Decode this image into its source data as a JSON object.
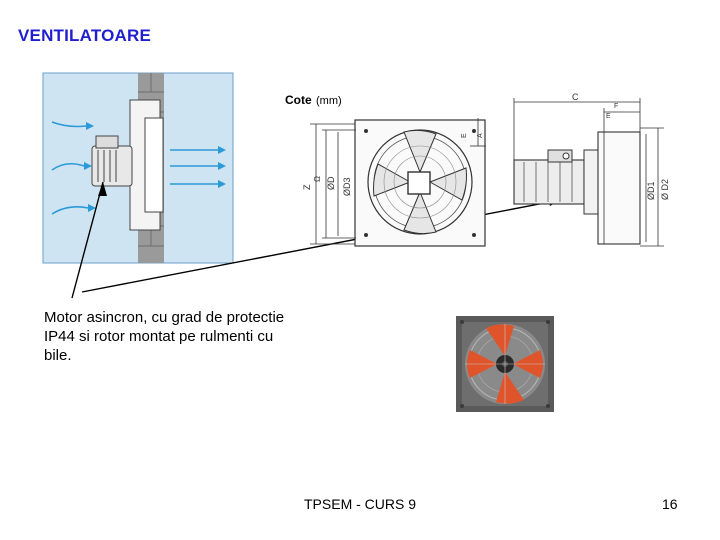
{
  "slide": {
    "title": "VENTILATOARE",
    "caption": "Motor asincron, cu grad de protectie IP44 si rotor montat pe rulmenti cu bile.",
    "footer_center": "TPSEM - CURS 9",
    "page_number": "16"
  },
  "dimension_drawing": {
    "heading_bold": "Cote",
    "heading_unit": "(mm)",
    "labels": {
      "c": "C",
      "e": "E",
      "f": "F",
      "z": "Z",
      "ohm": "Ω",
      "d": "ØD",
      "d3": "ØD3",
      "d1": "ØD1",
      "d2": "Ø D2",
      "top_e": "E",
      "a": "A"
    }
  },
  "colors": {
    "title": "#1f1fd0",
    "airflow_arrow": "#2a9ad8",
    "photo_blades": "#e0542c",
    "wall_bg": "#cfe4f2"
  }
}
